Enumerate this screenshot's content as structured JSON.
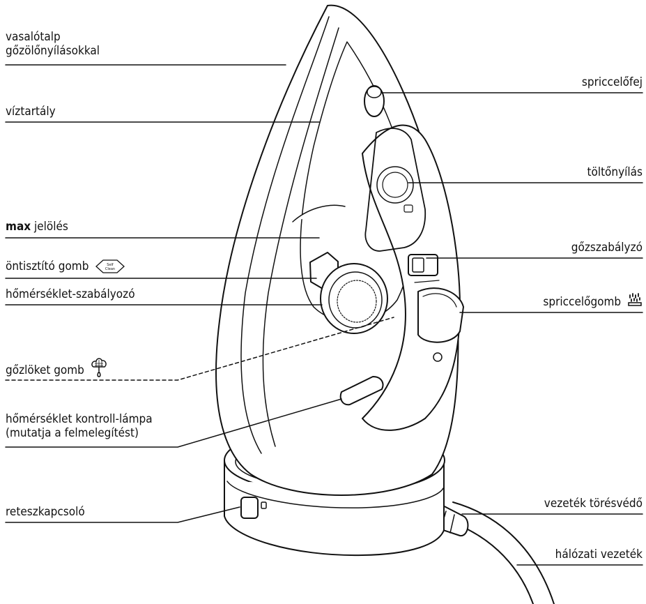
{
  "labels": {
    "soleplate_line1": "vasalótalp",
    "soleplate_line2": "gőzölőnyílásokkal",
    "water_tank": "víztartály",
    "max_bold": "max",
    "max_rest": " jelölés",
    "self_clean": "öntisztító gomb",
    "temp_control": "hőmérséklet-szabályozó",
    "steam_shot": "gőzlöket gomb",
    "temp_lamp_line1": "hőmérséklet kontroll-lámpa",
    "temp_lamp_line2": "(mutatja a felmelegítést)",
    "lock_switch": "reteszkapcsoló",
    "spray_nozzle": "spriccelőfej",
    "filling_opening": "töltőnyílás",
    "steam_control": "gőzszabályzó",
    "spray_button": "spriccelőgomb",
    "cord_protector": "vezeték törésvédő",
    "power_cord": "hálózati vezeték"
  },
  "icons": {
    "self_clean_icon_text1": "Self",
    "self_clean_icon_text2": "Clean",
    "steam_shot_icon": "steam-burst-icon",
    "spray_icon": "spray-drops-icon"
  }
}
